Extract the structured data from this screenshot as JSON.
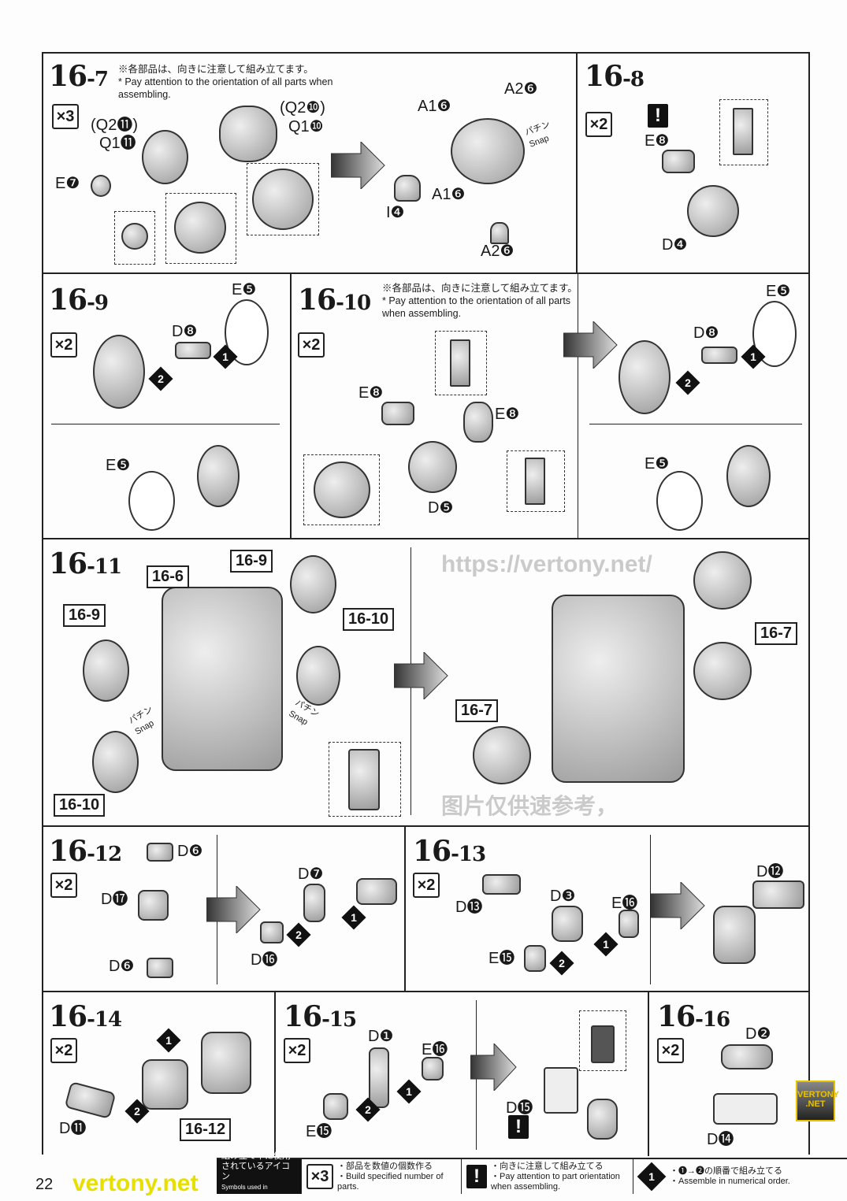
{
  "steps": {
    "s16_7": {
      "num": "16",
      "sub": "-7",
      "note_jp": "※各部品は、向きに注意して組み立てます。",
      "note_en": "* Pay attention to the orientation of all parts when assembling.",
      "qty": "×3",
      "labels": [
        "(Q2⓫)",
        "Q1⓫",
        "(Q2❿)",
        "Q1❿",
        "E❼",
        "A1❻",
        "A2❻",
        "A1❻",
        "I❹",
        "A2❻"
      ],
      "snap": "パチン Snap"
    },
    "s16_8": {
      "num": "16",
      "sub": "-8",
      "qty": "×2",
      "labels": [
        "E❽",
        "D❹"
      ]
    },
    "s16_9": {
      "num": "16",
      "sub": "-9",
      "qty": "×2",
      "labels": [
        "E❺",
        "D❽",
        "E❺"
      ]
    },
    "s16_10": {
      "num": "16",
      "sub": "-10",
      "note_jp": "※各部品は、向きに注意して組み立てます。",
      "note_en": "* Pay attention to the orientation of all parts when assembling.",
      "qty": "×2",
      "labels": [
        "E❽",
        "E❽",
        "D❺",
        "E❺",
        "D❽",
        "E❺"
      ]
    },
    "s16_11": {
      "num": "16",
      "sub": "-11",
      "refs": [
        "16-6",
        "16-9",
        "16-9",
        "16-10",
        "16-10",
        "16-7",
        "16-7"
      ],
      "snap": "パチン Snap"
    },
    "s16_12": {
      "num": "16",
      "sub": "-12",
      "qty": "×2",
      "labels": [
        "D❻",
        "D⓱",
        "D❻",
        "D❼",
        "D⓰"
      ]
    },
    "s16_13": {
      "num": "16",
      "sub": "-13",
      "qty": "×2",
      "labels": [
        "D⓭",
        "D❸",
        "E⓰",
        "E⓯",
        "D⓬"
      ]
    },
    "s16_14": {
      "num": "16",
      "sub": "-14",
      "qty": "×2",
      "labels": [
        "D⓫"
      ],
      "ref": "16-12"
    },
    "s16_15": {
      "num": "16",
      "sub": "-15",
      "qty": "×2",
      "labels": [
        "D❶",
        "E⓰",
        "E⓯",
        "D⓯"
      ]
    },
    "s16_16": {
      "num": "16",
      "sub": "-16",
      "qty": "×2",
      "labels": [
        "D❷",
        "D⓮"
      ]
    }
  },
  "step_markers": {
    "one": "1",
    "two": "2"
  },
  "excl": "!",
  "legend": {
    "title_jp": "組み立て中に使用されているアイコン",
    "title_en": "Symbols used in instructions",
    "qty_icon": "×3",
    "qty_jp": "・部品を数値の個数作る",
    "qty_en": "・Build specified number of parts.",
    "orient_jp": "・向きに注意して組み立てる",
    "orient_en": "・Pay attention to part orientation when assembling.",
    "order_icon": "1",
    "order_jp": "・❶→❷の順番で組み立てる",
    "order_en": "・Assemble in numerical order."
  },
  "page_number": "22",
  "watermark": {
    "url": "https://vertony.net/",
    "cn": "图片仅供速参考，",
    "logo": "VERTONY .NET",
    "corner": "vertony.net"
  }
}
